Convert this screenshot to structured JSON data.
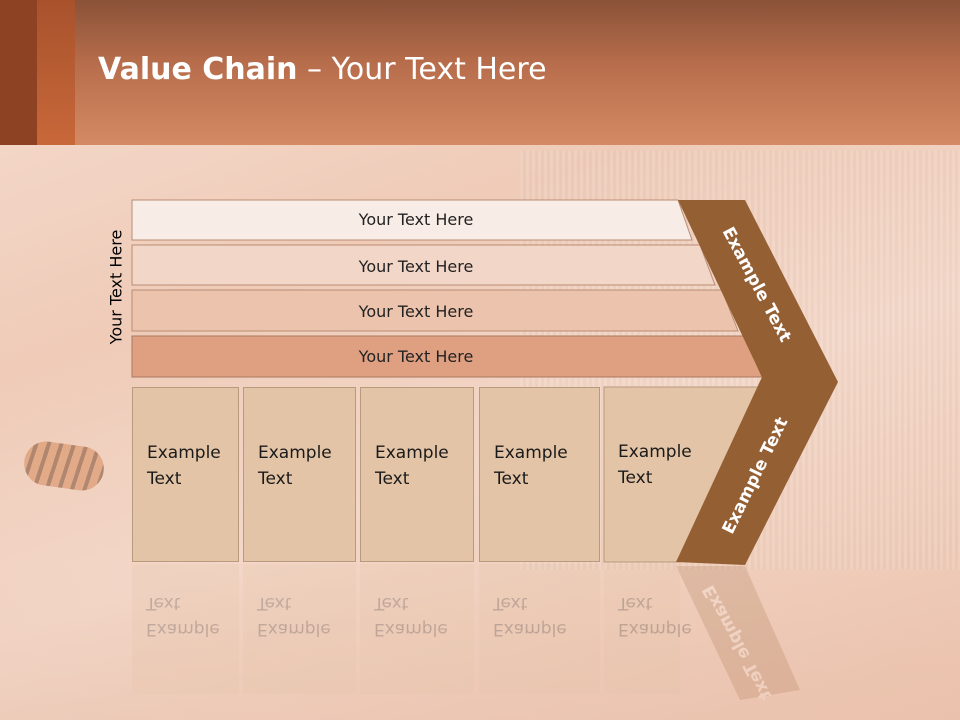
{
  "title": {
    "bold": "Value Chain",
    "rest": " – Your Text Here"
  },
  "side_label": "Your Text Here",
  "bars": [
    {
      "label": "Your Text Here",
      "color": "#f8ece6"
    },
    {
      "label": "Your Text Here",
      "color": "#f2d6c8"
    },
    {
      "label": "Your Text Here",
      "color": "#ecc3ad"
    },
    {
      "label": "Your Text Here",
      "color": "#dfa082"
    }
  ],
  "arrow": {
    "top_label": "Example Text",
    "bottom_label": "Example Text",
    "color": "#955f34"
  },
  "boxes": [
    {
      "label": "Example\nText"
    },
    {
      "label": "Example\nText"
    },
    {
      "label": "Example\nText"
    },
    {
      "label": "Example\nText"
    },
    {
      "label": "Example\nText"
    }
  ]
}
